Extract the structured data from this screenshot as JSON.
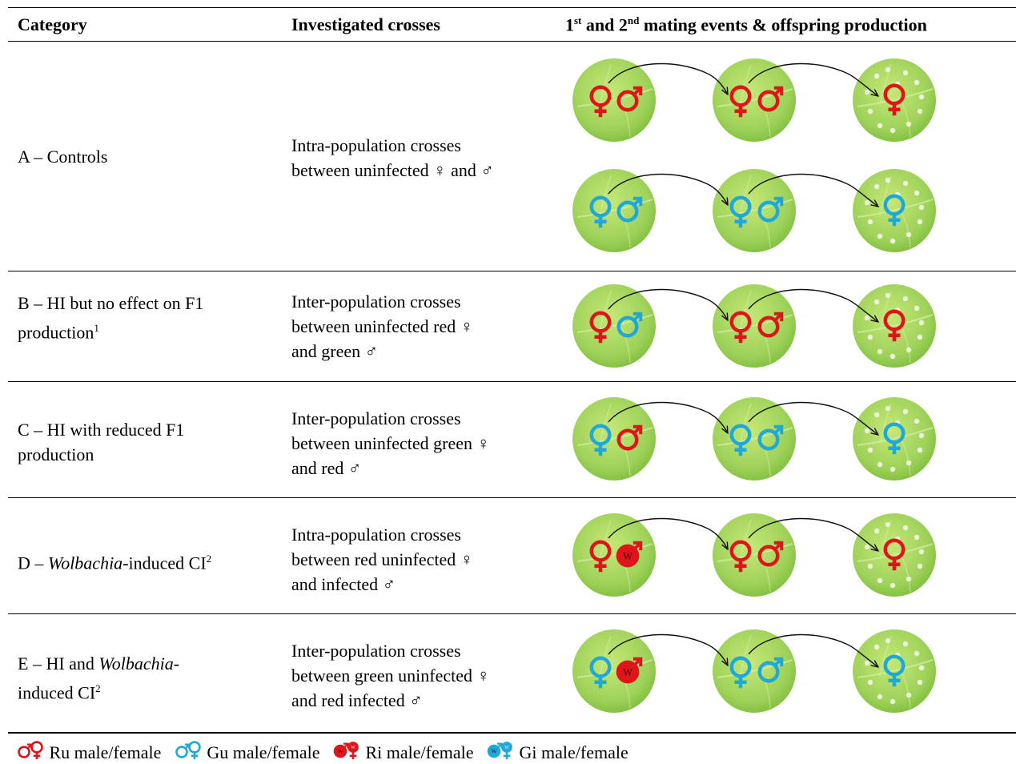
{
  "header": {
    "category": "Category",
    "crosses": "Investigated crosses",
    "events_p1": "1",
    "events_s1": "st",
    "events_p2": " and 2",
    "events_s2": "nd",
    "events_p3": " mating events & offspring production"
  },
  "colors": {
    "red": "#e0151b",
    "blue": "#1fa8d8",
    "leaf": "#9fd25a",
    "arrow": "#111111"
  },
  "rows": [
    {
      "cat_a": "A – Controls",
      "cross_l1": "Intra-population crosses",
      "cross_l2": "between uninfected ♀ and ♂",
      "diagrams": [
        {
          "s1": {
            "female": "red",
            "male": "red",
            "male_infected": false
          },
          "s2": {
            "female": "red",
            "male": "red",
            "male_infected": false
          },
          "s3": {
            "female": "red"
          }
        },
        {
          "s1": {
            "female": "blue",
            "male": "blue",
            "male_infected": false
          },
          "s2": {
            "female": "blue",
            "male": "blue",
            "male_infected": false
          },
          "s3": {
            "female": "blue"
          }
        }
      ]
    },
    {
      "cat_a": "B – HI but no effect on F1",
      "cat_b": "production",
      "cat_sup": "1",
      "cross_l1": "Inter-population crosses",
      "cross_l2": "between uninfected red ♀",
      "cross_l3": "and green ♂",
      "diagrams": [
        {
          "s1": {
            "female": "red",
            "male": "blue",
            "male_infected": false
          },
          "s2": {
            "female": "red",
            "male": "red",
            "male_infected": false
          },
          "s3": {
            "female": "red"
          }
        }
      ]
    },
    {
      "cat_a": "C – HI with reduced F1",
      "cat_b": "production",
      "cross_l1": "Inter-population crosses",
      "cross_l2": "between uninfected green ♀",
      "cross_l3": "and red ♂",
      "diagrams": [
        {
          "s1": {
            "female": "blue",
            "male": "red",
            "male_infected": false
          },
          "s2": {
            "female": "blue",
            "male": "blue",
            "male_infected": false
          },
          "s3": {
            "female": "blue"
          }
        }
      ]
    },
    {
      "cat_a": "D – ",
      "cat_i": "Wolbachia",
      "cat_c": "-induced CI",
      "cat_sup": "2",
      "cross_l1": "Intra-population crosses",
      "cross_l2": "between red uninfected ♀",
      "cross_l3": "and infected ♂",
      "diagrams": [
        {
          "s1": {
            "female": "red",
            "male": "red",
            "male_infected": true
          },
          "s2": {
            "female": "red",
            "male": "red",
            "male_infected": false
          },
          "s3": {
            "female": "red"
          }
        }
      ]
    },
    {
      "cat_a": "E – HI and ",
      "cat_i": "Wolbachia",
      "cat_c": "-",
      "cat_b": "induced CI",
      "cat_sup": "2",
      "cross_l1": "Inter-population crosses",
      "cross_l2": "between green uninfected ♀",
      "cross_l3": "and red infected ♂",
      "diagrams": [
        {
          "s1": {
            "female": "blue",
            "male": "red",
            "male_infected": true
          },
          "s2": {
            "female": "blue",
            "male": "blue",
            "male_infected": false
          },
          "s3": {
            "female": "blue"
          }
        }
      ]
    }
  ],
  "legend": {
    "ru": "Ru male/female",
    "gu": "Gu male/female",
    "ri": "Ri male/female",
    "gi": "Gi male/female",
    "w": "W"
  }
}
